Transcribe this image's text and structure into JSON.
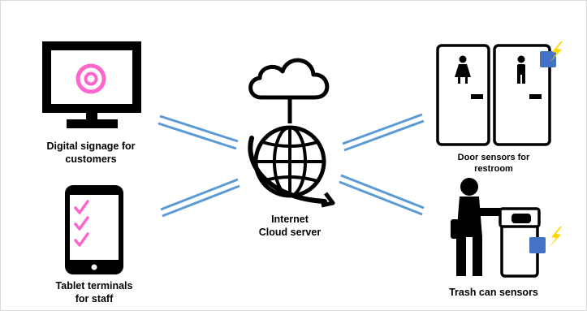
{
  "labels": {
    "signage": [
      "Digital signage for",
      "customers"
    ],
    "tablet": [
      "Tablet terminals",
      "for staff"
    ],
    "cloud": [
      "Internet",
      "Cloud server"
    ],
    "door": [
      "Door sensors for",
      "restroom"
    ],
    "trash": [
      "Trash can sensors"
    ]
  },
  "colors": {
    "connector": "#5b9bd5",
    "target_ring": "#ff66cc",
    "checkmark": "#ff66cc",
    "sensor": "#4472c4",
    "lightning": "#ffd700",
    "icon": "#000000"
  },
  "icons": [
    "monitor-icon",
    "target-icon",
    "tablet-icon",
    "checkmark-icon",
    "cloud-icon",
    "globe-icon",
    "restroom-door-icon",
    "female-icon",
    "male-icon",
    "sensor-icon",
    "lightning-icon",
    "person-icon",
    "trash-can-icon"
  ]
}
